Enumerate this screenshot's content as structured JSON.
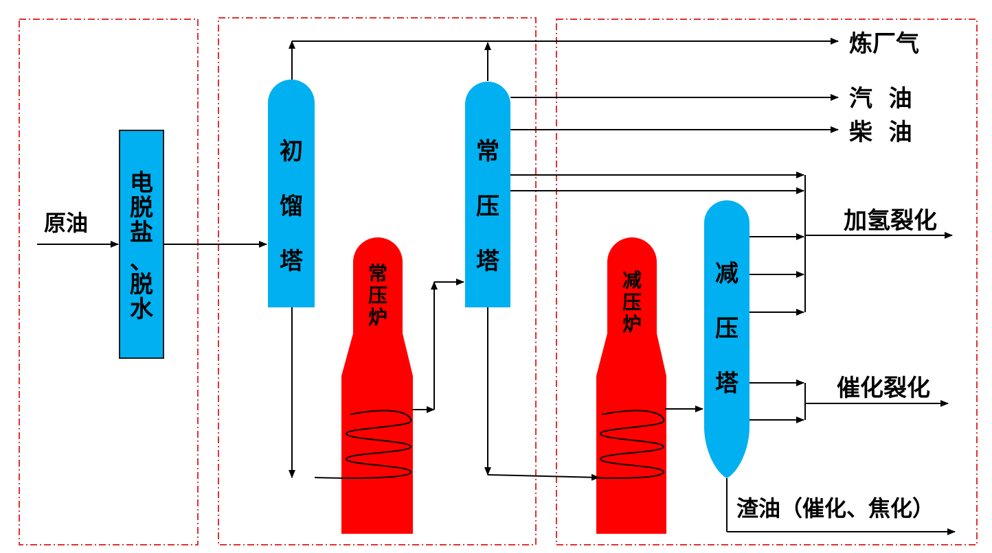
{
  "colors": {
    "blue": "#00B0F0",
    "red": "#FF0000",
    "boundary": "#E03030",
    "line": "#000000",
    "label": "#000000"
  },
  "labels": {
    "crude_oil": "原油",
    "refinery_gas": "炼厂气",
    "gasoline": "汽  油",
    "diesel": "柴  油",
    "hydrocracking": "加氢裂化",
    "catalytic_cracking": "催化裂化",
    "residue": "渣油（催化、焦化）"
  },
  "equipment": {
    "desalter": [
      "电",
      "脱",
      "盐",
      "、",
      "脱",
      "水"
    ],
    "initial_tower": [
      "初",
      "馏",
      "塔"
    ],
    "atmos_furnace": [
      "常",
      "压",
      "炉"
    ],
    "atmos_tower": [
      "常",
      "压",
      "塔"
    ],
    "vacuum_furnace": [
      "减",
      "压",
      "炉"
    ],
    "vacuum_tower": [
      "减",
      "压",
      "塔"
    ]
  }
}
